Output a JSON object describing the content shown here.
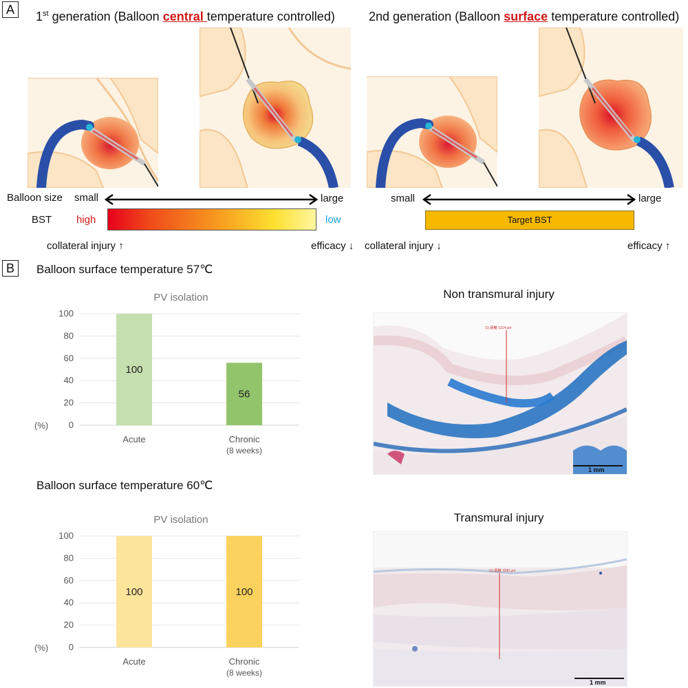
{
  "panel_a": {
    "label": "A",
    "gen1": {
      "prefix": "1",
      "sup": "st",
      "text_before": " generation (Balloon ",
      "highlight": "central ",
      "text_after": "temperature controlled)"
    },
    "gen2": {
      "text_before": "2nd generation (Balloon ",
      "highlight": "surface",
      "text_after": " temperature controlled)"
    },
    "balloon_size_label": "Balloon size",
    "small": "small",
    "large": "large",
    "bst_label": "BST",
    "high": "high",
    "low": "low",
    "target_bst": "Target BST",
    "gen1_left_note": "collateral injury ↑",
    "gen1_right_note": "efficacy ↓",
    "gen2_left_note": "collateral injury ↓",
    "gen2_right_note": "efficacy ↑",
    "colors": {
      "high": "#d01818",
      "low": "#1aa0d8",
      "bar_orange": "#f7b900"
    }
  },
  "panel_b": {
    "label": "B",
    "temp57_title": "Balloon surface temperature 57℃",
    "temp60_title": "Balloon surface temperature 60℃",
    "non_transmural": "Non transmural injury",
    "transmural": "Transmural injury",
    "scale_bar": "1 mm",
    "micro1_measure": "(1) 距離 1314 μm",
    "micro2_measure": "(1) 距離 1990 μm"
  },
  "chart_data": [
    {
      "type": "bar",
      "title": "PV isolation",
      "categories": [
        "Acute",
        "Chronic"
      ],
      "category_sublabels": [
        "",
        "(8 weeks)"
      ],
      "values": [
        100,
        56
      ],
      "ylim": [
        0,
        100
      ],
      "yticks": [
        0,
        20,
        40,
        60,
        80,
        100
      ],
      "ylabel": "(%)",
      "colors": [
        "#c5dfae",
        "#92c46b"
      ]
    },
    {
      "type": "bar",
      "title": "PV isolation",
      "categories": [
        "Acute",
        "Chronic"
      ],
      "category_sublabels": [
        "",
        "(8 weeks)"
      ],
      "values": [
        100,
        100
      ],
      "ylim": [
        0,
        100
      ],
      "yticks": [
        0,
        20,
        40,
        60,
        80,
        100
      ],
      "ylabel": "(%)",
      "colors": [
        "#fde49b",
        "#fbd25d"
      ]
    }
  ]
}
